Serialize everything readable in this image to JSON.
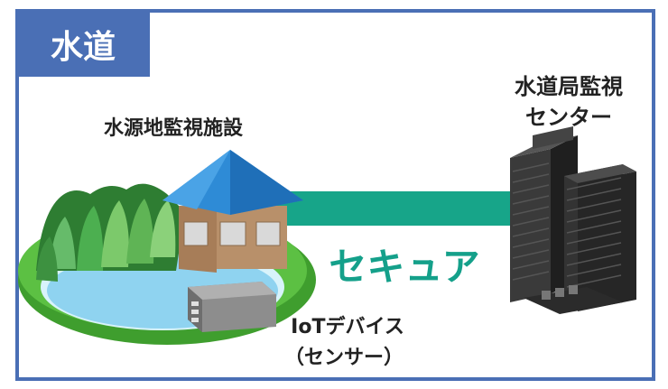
{
  "title": "水道",
  "labels": {
    "facility": "水源地監視施設",
    "center_line1": "水道局監視",
    "center_line2": "センター",
    "secure": "セキュア",
    "iot_line1": "IoTデバイス",
    "iot_line2": "（センサー）"
  },
  "colors": {
    "frame": "#4a6fb5",
    "link": "#17a589",
    "secure_text": "#14a08a",
    "roof": "#2e8bd6",
    "water": "#8fd3f0",
    "grass": "#4caf3a",
    "building": "#2b2b2b"
  },
  "icons": {
    "facility": "water-facility-icon",
    "server": "building-server-icon",
    "device": "iot-device-icon",
    "trees": "forest-icon"
  }
}
